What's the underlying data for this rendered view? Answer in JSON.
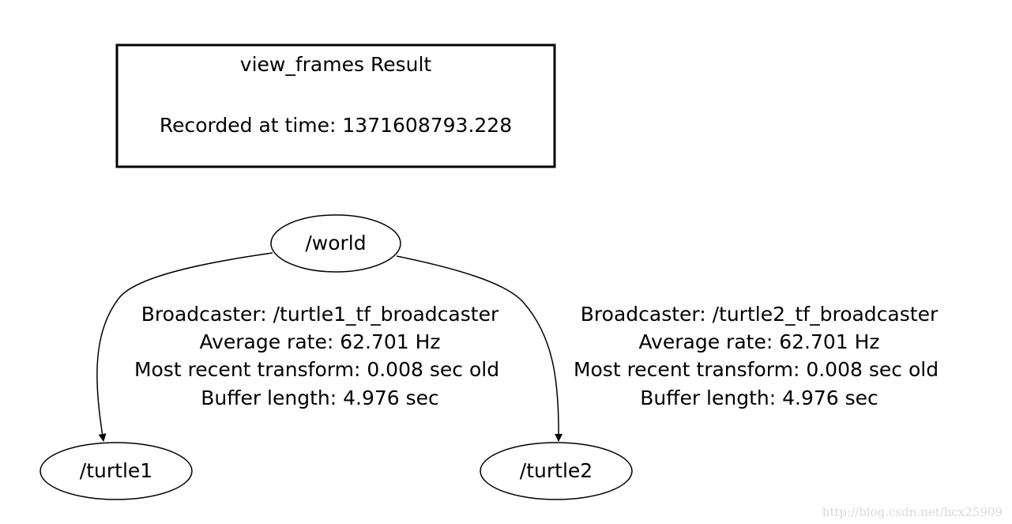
{
  "header": {
    "title": "view_frames Result",
    "recorded": "Recorded at time: 1371608793.228"
  },
  "nodes": {
    "world": "/world",
    "turtle1": "/turtle1",
    "turtle2": "/turtle2"
  },
  "edges": {
    "world_turtle1": {
      "broadcaster": "Broadcaster: /turtle1_tf_broadcaster",
      "rate": "Average rate: 62.701 Hz",
      "recent": "Most recent transform: 0.008 sec old",
      "buffer": "Buffer length: 4.976 sec"
    },
    "world_turtle2": {
      "broadcaster": "Broadcaster: /turtle2_tf_broadcaster",
      "rate": "Average rate: 62.701 Hz",
      "recent": "Most recent transform: 0.008 sec old",
      "buffer": "Buffer length: 4.976 sec"
    }
  },
  "watermark": "http://blog.csdn.net/hcx25909"
}
